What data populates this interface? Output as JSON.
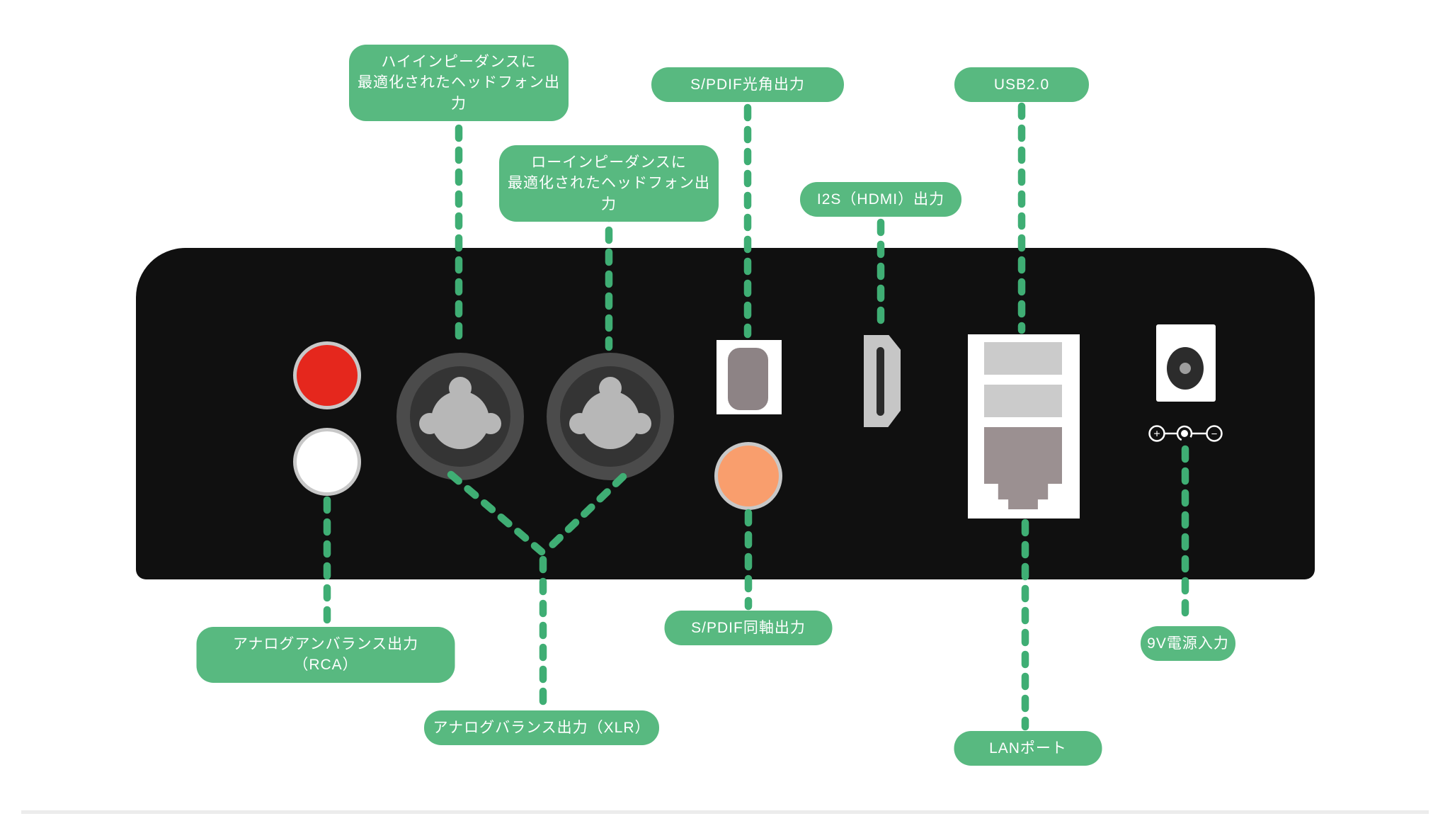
{
  "diagram": {
    "title": "audio-device-rear-panel-connections",
    "labels": {
      "hp_high": "ハイインピーダンスに\n最適化されたヘッドフォン出力",
      "hp_low": "ローインピーダンスに\n最適化されたヘッドフォン出力",
      "spdif_optical": "S/PDIF光角出力",
      "i2s": "I2S（HDMI）出力",
      "usb": "USB2.0",
      "rca": "アナログアンバランス出力（RCA）",
      "xlr": "アナログバランス出力（XLR）",
      "spdif_coaxial": "S/PDIF同軸出力",
      "lan": "LANポート",
      "power": "9V電源入力"
    },
    "polarity": {
      "plus": "+",
      "minus": "−"
    },
    "ports": [
      "rca-red-jack",
      "rca-white-jack",
      "xlr-jack-left",
      "xlr-jack-right",
      "toslink-optical-port",
      "coaxial-spdif-jack",
      "i2s-hdmi-port",
      "usb-ports",
      "lan-rj45-port",
      "dc-power-jack",
      "dc-polarity-symbol"
    ],
    "colors": {
      "label_green": "#58b980",
      "line_green": "#3fae74",
      "panel_black": "#101010",
      "rca_red": "#e5271d",
      "rca_white": "#ffffff",
      "coax_orange": "#f99e6d",
      "ring_gray": "#c8c8c8",
      "xlr_outer": "#4b4b4b",
      "xlr_inner": "#343434",
      "xlr_pins": "#b7b7b7",
      "optical_inner": "#8d8385",
      "hdmi_gray": "#c6c6c6",
      "usb_tongue_gray": "#cbcbcb",
      "rj45_gray": "#9b9091",
      "dc_dark": "#2c2c2c"
    }
  }
}
